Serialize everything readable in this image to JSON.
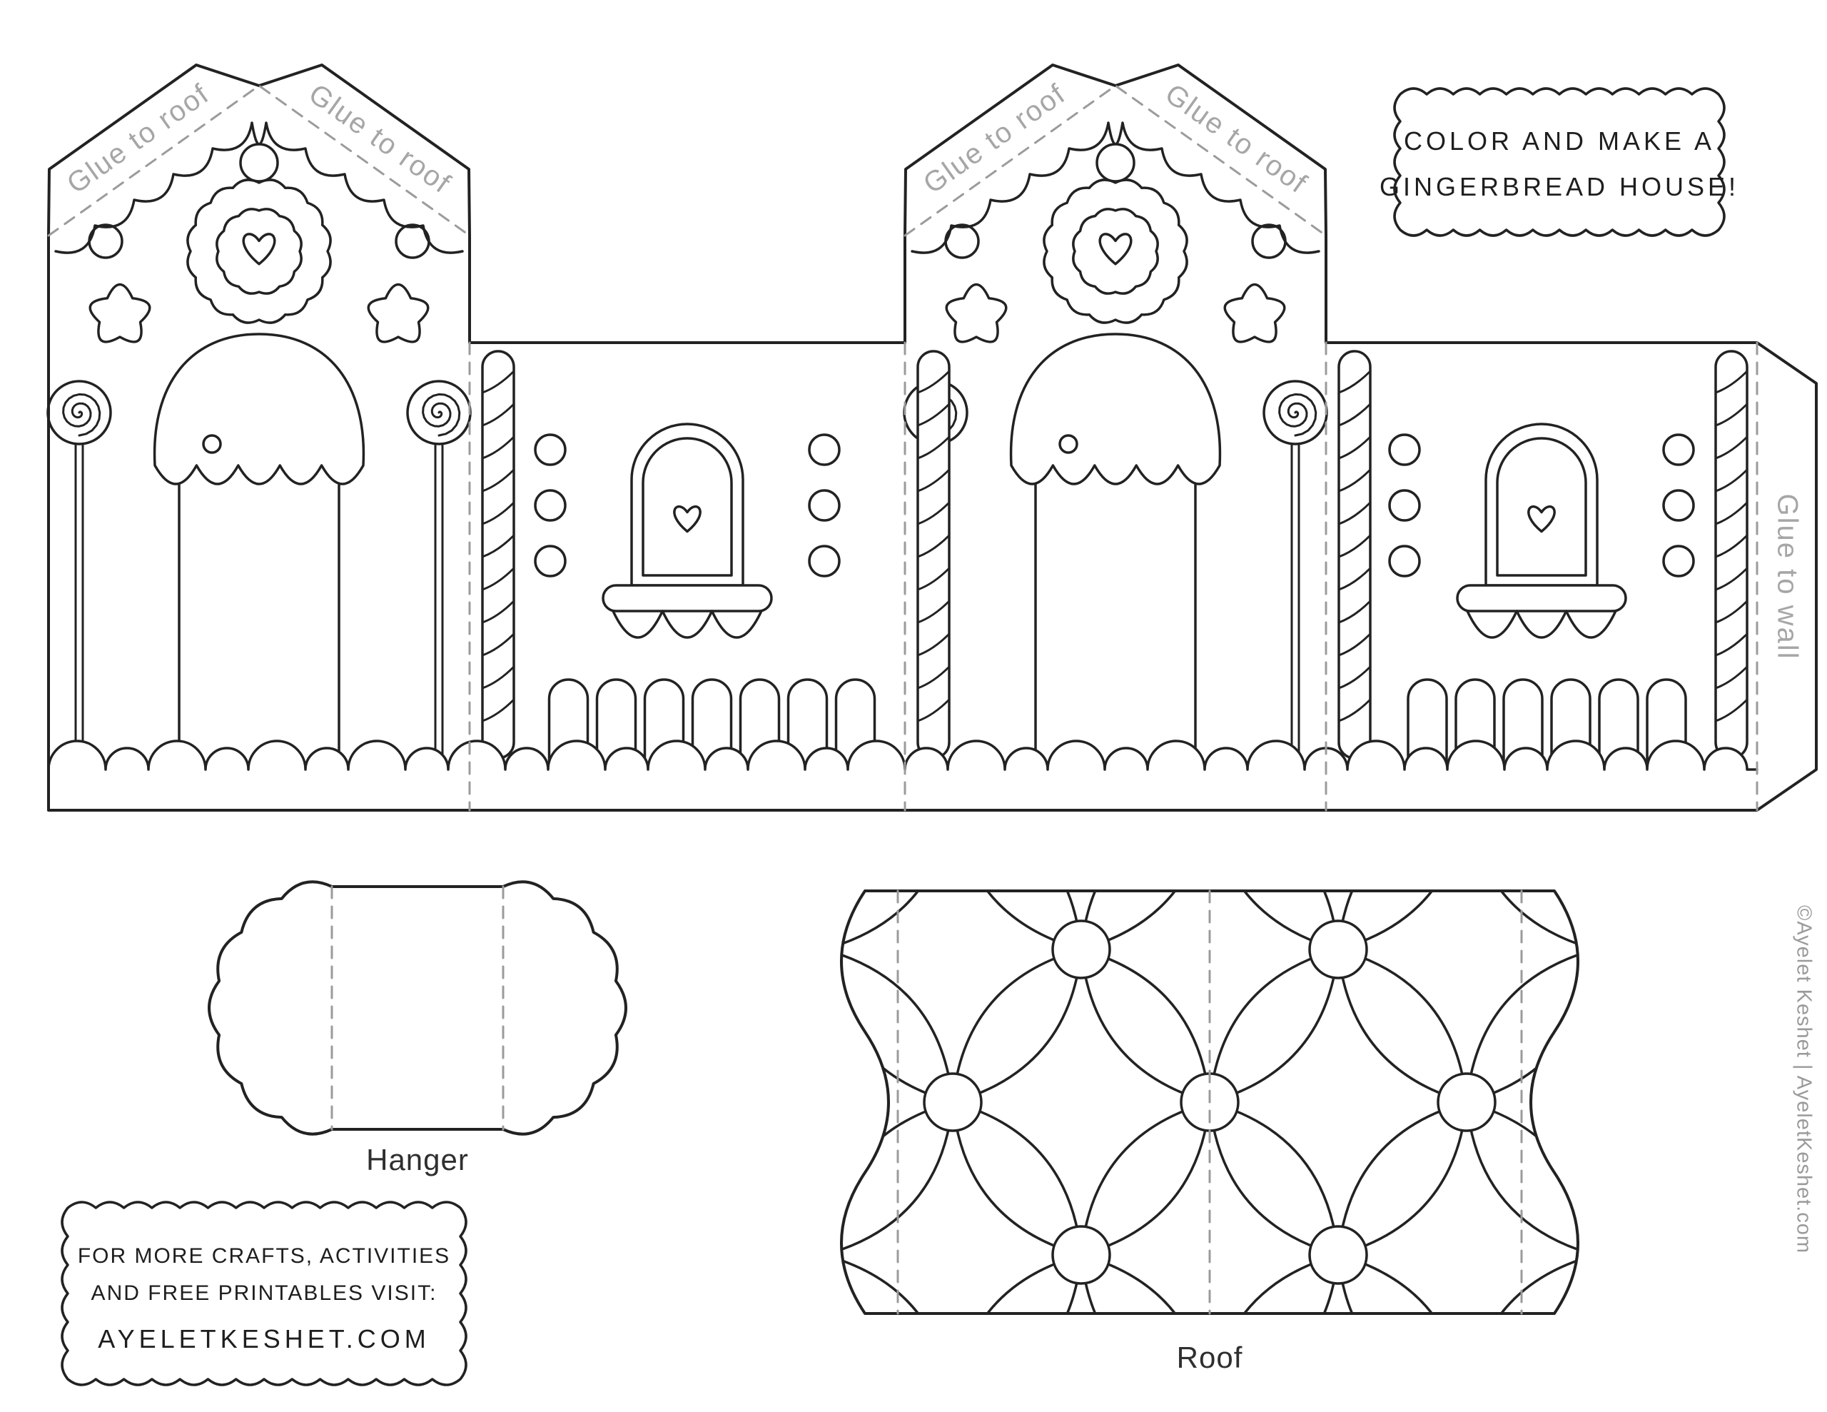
{
  "page": {
    "background": "#ffffff",
    "ink": "#222222",
    "dash_color": "#9b9b9b",
    "gray_label_color": "#a6a6a6"
  },
  "template": {
    "glue_to_roof_labels": [
      "Glue to roof",
      "Glue to roof",
      "Glue to roof",
      "Glue to roof"
    ],
    "glue_to_wall_label": "Glue to wall",
    "hanger_label": "Hanger",
    "roof_label": "Roof"
  },
  "callout_box": {
    "line1": "COLOR AND MAKE A",
    "line2": "GINGERBREAD HOUSE!"
  },
  "promo_box": {
    "line1": "FOR MORE CRAFTS, ACTIVITIES",
    "line2": "AND FREE PRINTABLES VISIT:",
    "line3": "AYELETKESHET.COM"
  },
  "credit": {
    "text": "©Ayelet Keshet | AyeletKeshet.com"
  }
}
